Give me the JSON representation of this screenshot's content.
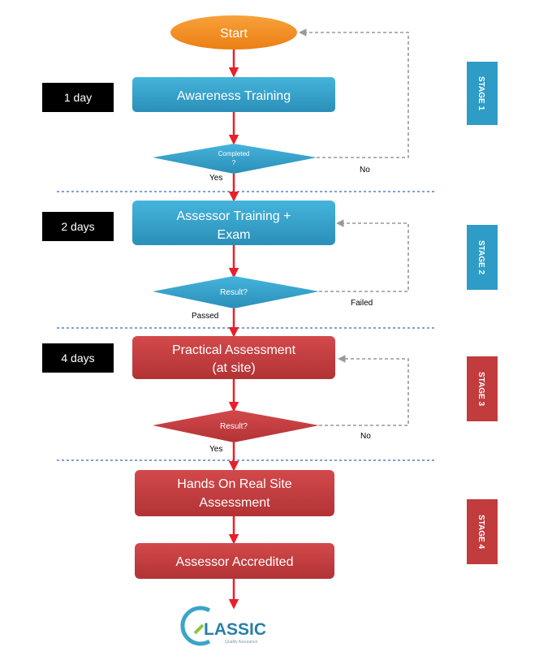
{
  "start": {
    "label": "Start"
  },
  "stages": [
    {
      "label": "STAGE 1",
      "color": "#2e9cc6"
    },
    {
      "label": "STAGE 2",
      "color": "#2e9cc6"
    },
    {
      "label": "STAGE 3",
      "color": "#c23b3d"
    },
    {
      "label": "STAGE 4",
      "color": "#c23b3d"
    }
  ],
  "durations": [
    "1 day",
    "2 days",
    "4 days"
  ],
  "steps": {
    "awareness": [
      "Awareness Training"
    ],
    "assessor_training": [
      "Assessor Training +",
      "Exam"
    ],
    "practical": [
      "Practical Assessment",
      "(at site)"
    ],
    "hands_on": [
      "Hands On Real Site",
      "Assessment"
    ],
    "accredited": [
      "Assessor Accredited"
    ]
  },
  "decisions": {
    "completed": {
      "label": "Completed",
      "label2": "?",
      "pass": "Yes",
      "fail": "No"
    },
    "result1": {
      "label": "Result?",
      "pass": "Passed",
      "fail": "Failed"
    },
    "result2": {
      "label": "Result?",
      "pass": "Yes",
      "fail": "No"
    }
  },
  "logo": {
    "text": "LASSIC",
    "tagline": "Quality Assurance"
  },
  "colors": {
    "blue": "#2e9cc6",
    "red": "#c23b3d",
    "orange": "#f28c1e",
    "arrow": "#e8202a",
    "dashed": "#999999",
    "divider": "#5a7fc4",
    "duration_bg": "#000000"
  }
}
